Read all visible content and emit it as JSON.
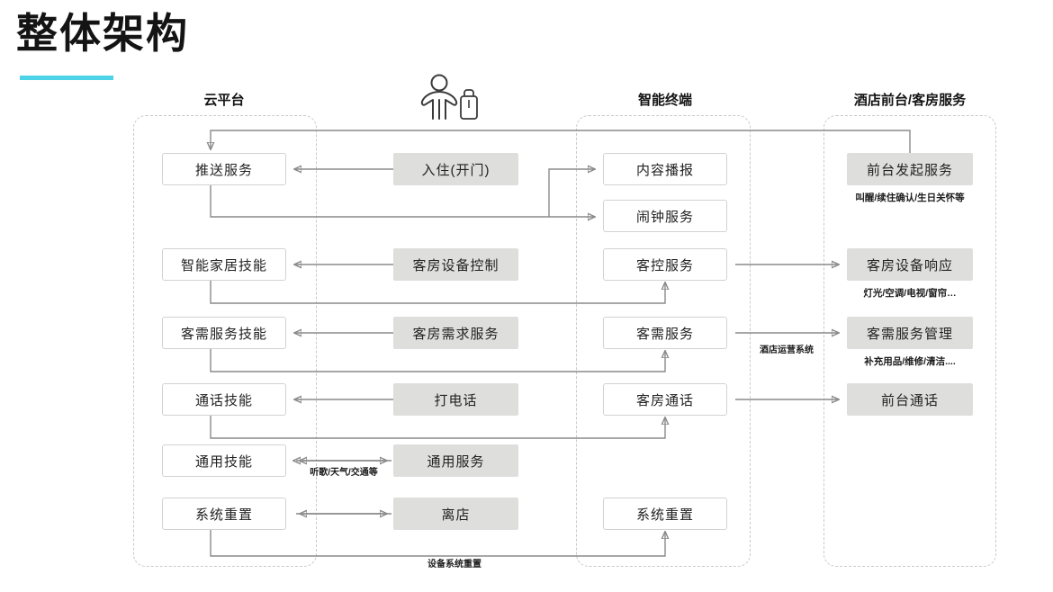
{
  "page": {
    "title": "整体架构",
    "accent_color": "#4cd3e8",
    "box_fill_color": "#dededd",
    "line_color": "#8a8a8a",
    "lane_border_color": "#c9c9c9"
  },
  "columns": [
    {
      "id": "cloud",
      "label": "云平台"
    },
    {
      "id": "guest",
      "label": ""
    },
    {
      "id": "terminal",
      "label": "智能终端"
    },
    {
      "id": "hotel",
      "label": "酒店前台/客房服务"
    }
  ],
  "guest_icon": "person-with-luggage-icon",
  "cloud_boxes": [
    {
      "label": "推送服务"
    },
    {
      "label": "智能家居技能"
    },
    {
      "label": "客需服务技能"
    },
    {
      "label": "通话技能"
    },
    {
      "label": "通用技能"
    },
    {
      "label": "系统重置"
    }
  ],
  "guest_boxes": [
    {
      "label": "入住(开门)"
    },
    {
      "label": "客房设备控制"
    },
    {
      "label": "客房需求服务"
    },
    {
      "label": "打电话"
    },
    {
      "label": "通用服务"
    },
    {
      "label": "离店"
    }
  ],
  "terminal_boxes": [
    {
      "label": "内容播报"
    },
    {
      "label": "闹钟服务"
    },
    {
      "label": "客控服务"
    },
    {
      "label": "客需服务"
    },
    {
      "label": "客房通话"
    },
    {
      "label": "系统重置"
    }
  ],
  "hotel_boxes": [
    {
      "label": "前台发起服务",
      "caption": "叫醒/续住确认/生日关怀等"
    },
    {
      "label": "客房设备响应",
      "caption": "灯光/空调/电视/窗帘…"
    },
    {
      "label": "客需服务管理",
      "caption": "补充用品/维修/清洁...."
    },
    {
      "label": "前台通话",
      "caption": ""
    }
  ],
  "edge_labels": {
    "hotel_ops": "酒店运营系统",
    "general": "听歌/天气/交通等",
    "device_reset": "设备系统重置"
  }
}
